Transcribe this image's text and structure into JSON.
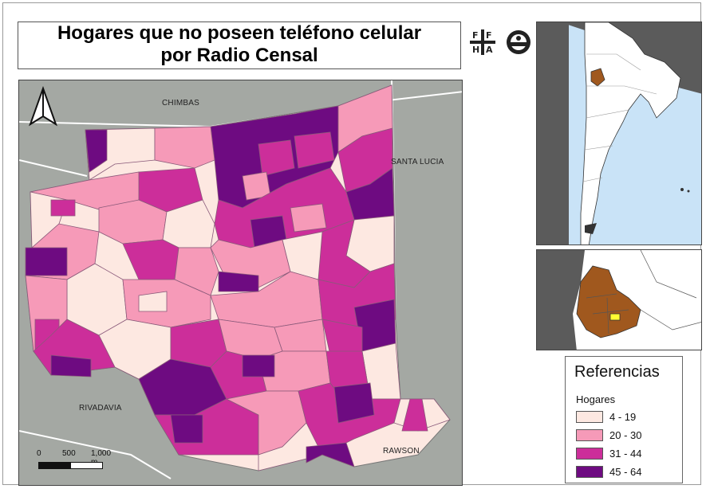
{
  "title": {
    "line1": "Hogares que no poseen teléfono celular",
    "line2": "por Radio Censal"
  },
  "logos": [
    {
      "name": "ffha-logo",
      "letters": [
        "F",
        "F",
        "H",
        "A"
      ]
    },
    {
      "name": "university-seal-logo"
    }
  ],
  "map": {
    "places": [
      "CHIMBAS",
      "SANTA LUCIA",
      "RIVADAVIA",
      "RAWSON"
    ],
    "north_arrow_icon": "north-arrow-icon",
    "scale_bar": {
      "labels": [
        "0",
        "500",
        "1,000 m"
      ]
    }
  },
  "legend": {
    "title": "Referencias",
    "subtitle": "Hogares",
    "classes": [
      {
        "label": "4 - 19",
        "color": "#fde8e1"
      },
      {
        "label": "20 - 30",
        "color": "#f69ab8"
      },
      {
        "label": "31 - 44",
        "color": "#cc2e9a"
      },
      {
        "label": "45 - 64",
        "color": "#6e0b81"
      }
    ]
  },
  "colors": {
    "surroundings": "#a4a8a3",
    "roads": "#ffffff",
    "ocean": "#c9e3f7",
    "land": "#ffffff",
    "neighbours": "#5b5b5b",
    "highlight_province": "#a0581e"
  }
}
